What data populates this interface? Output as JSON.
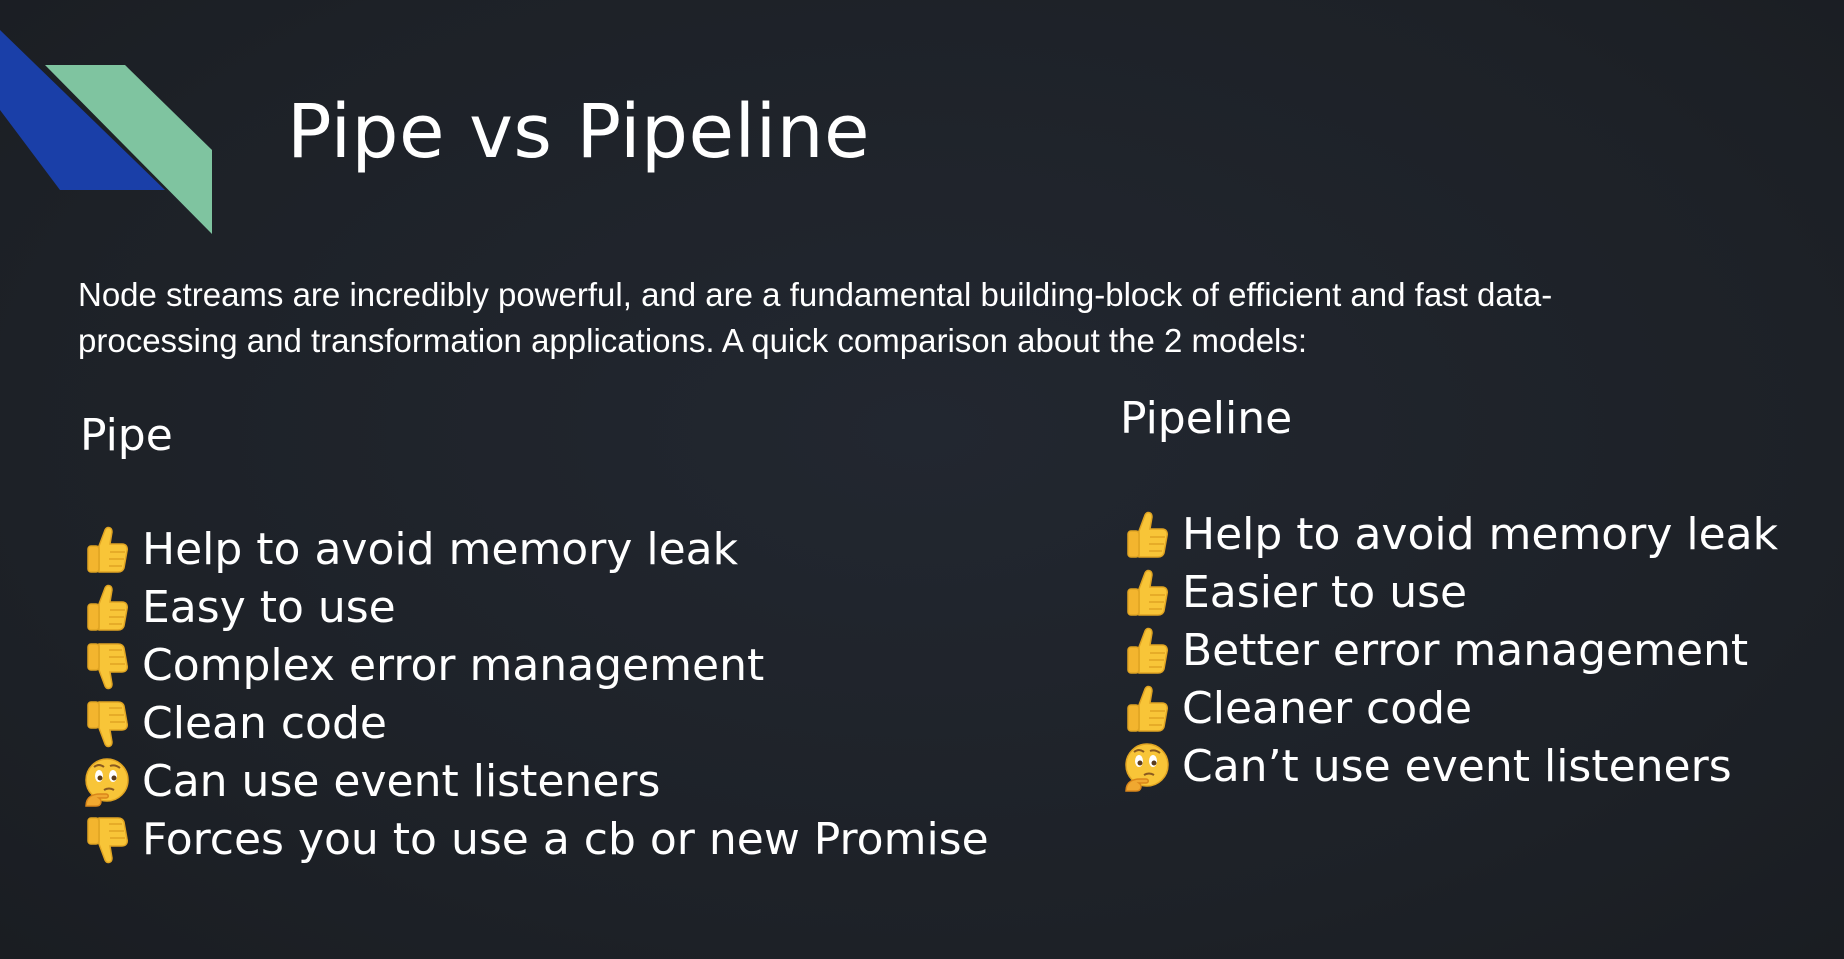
{
  "slide": {
    "title": "Pipe vs Pipeline",
    "intro": "Node streams are incredibly powerful, and are a fundamental building-block of efficient and fast data-processing and transformation applications. A quick comparison about the 2 models:",
    "colors": {
      "background": "#1e2228",
      "logo_blue": "#1a3fa8",
      "logo_green": "#7fc4a0",
      "emoji_yellow": "#f8c538",
      "text": "#ffffff"
    }
  },
  "pipe": {
    "heading": "Pipe",
    "items": [
      {
        "icon": "thumbs-up-icon",
        "text": "Help to avoid memory leak"
      },
      {
        "icon": "thumbs-up-icon",
        "text": "Easy to use"
      },
      {
        "icon": "thumbs-down-icon",
        "text": "Complex error management"
      },
      {
        "icon": "thumbs-down-icon",
        "text": "Clean code"
      },
      {
        "icon": "thinking-face-icon",
        "text": "Can use event listeners"
      },
      {
        "icon": "thumbs-down-icon",
        "text": "Forces you to use a cb or new Promise"
      }
    ]
  },
  "pipeline": {
    "heading": "Pipeline",
    "items": [
      {
        "icon": "thumbs-up-icon",
        "text": "Help to avoid memory leak"
      },
      {
        "icon": "thumbs-up-icon",
        "text": "Easier to use"
      },
      {
        "icon": "thumbs-up-icon",
        "text": "Better error management"
      },
      {
        "icon": "thumbs-up-icon",
        "text": "Cleaner code"
      },
      {
        "icon": "thinking-face-icon",
        "text": "Can’t use event listeners"
      }
    ]
  }
}
